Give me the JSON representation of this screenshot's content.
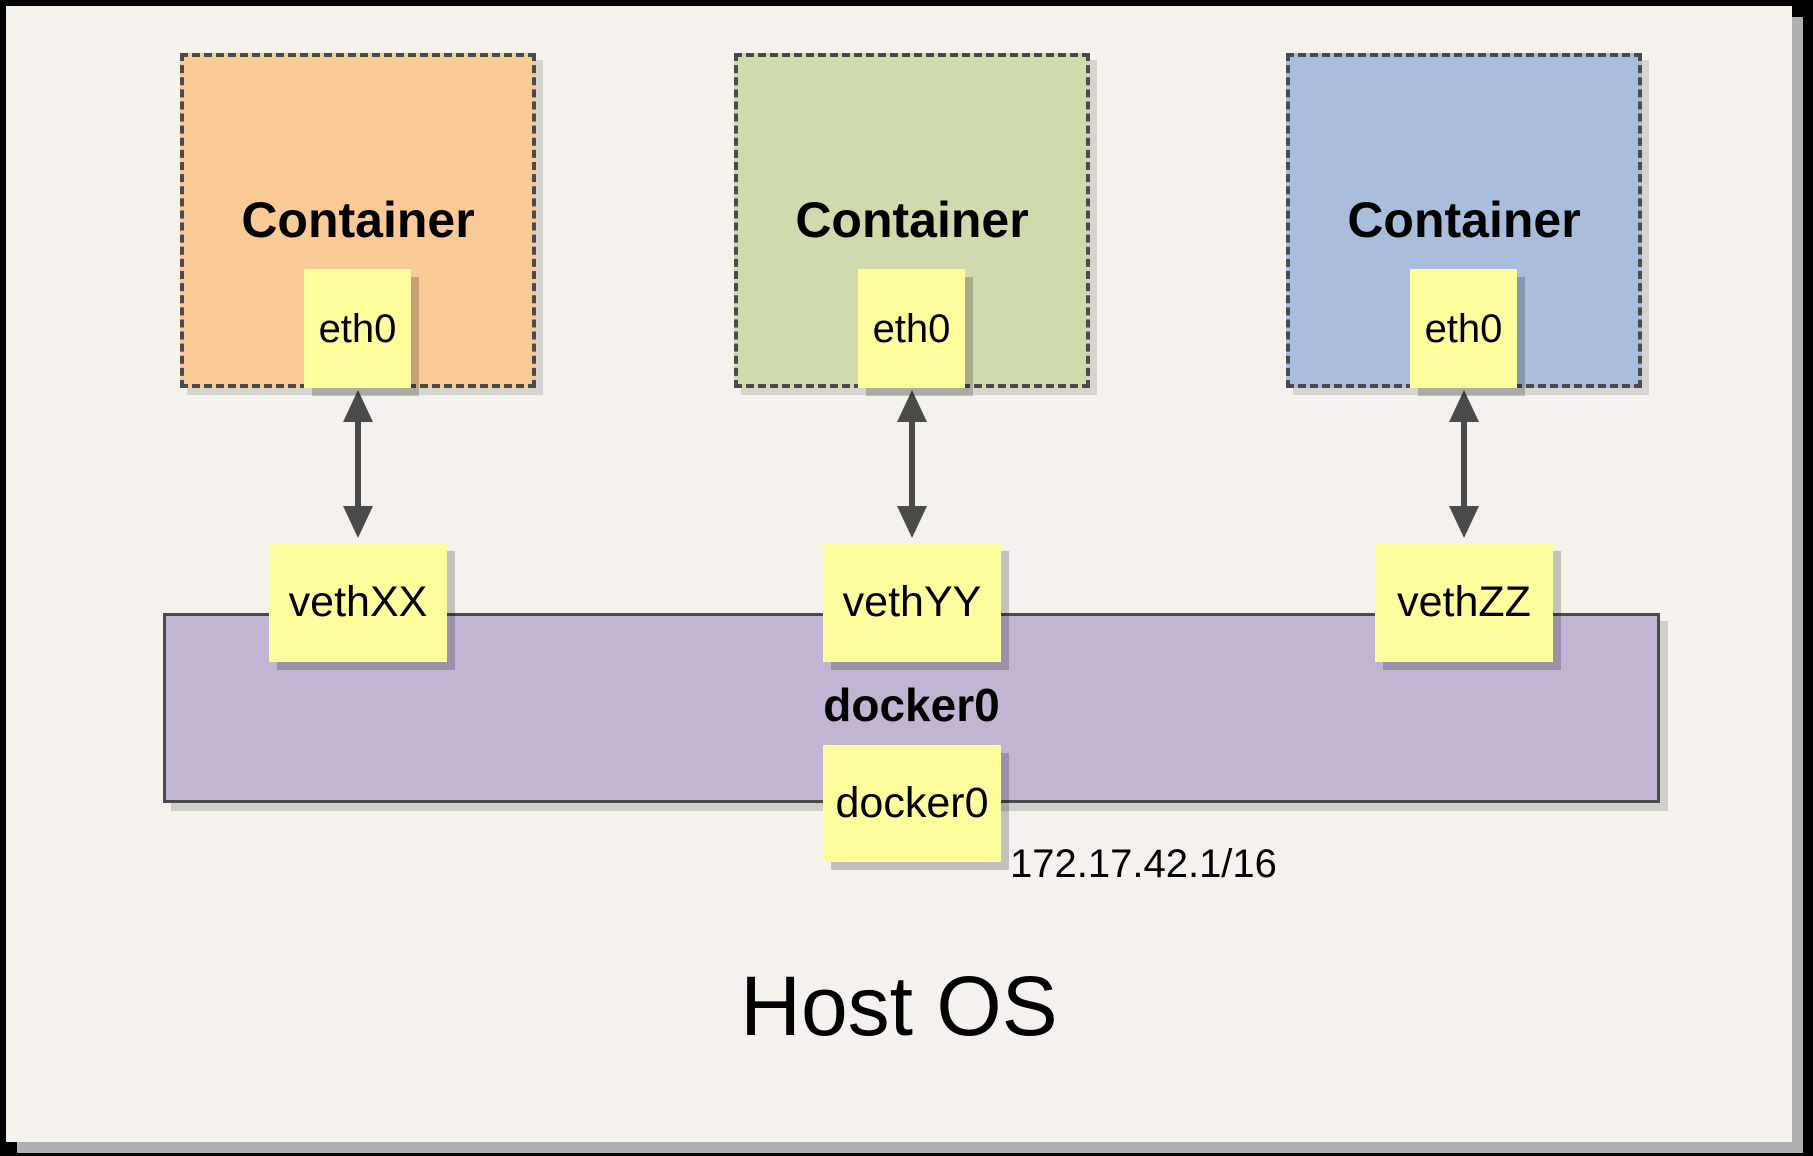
{
  "host": {
    "label": "Host OS"
  },
  "bridge": {
    "name": "docker0",
    "interface_label": "docker0",
    "ip": "172.17.42.1/16"
  },
  "containers": [
    {
      "title": "Container",
      "interface": "eth0",
      "veth": "vethXX"
    },
    {
      "title": "Container",
      "interface": "eth0",
      "veth": "vethYY"
    },
    {
      "title": "Container",
      "interface": "eth0",
      "veth": "vethZZ"
    }
  ],
  "colors": {
    "frame": "#000000",
    "host_background": "#F5F2ED",
    "host_shadow": "#B0B0B0",
    "container_fills": [
      "#F9C996",
      "#CFDBAC",
      "#A8BEDC"
    ],
    "note_fill": "#FDFD9E",
    "bridge_fill": "#C2B5D3",
    "line": "#4A4A4A"
  }
}
